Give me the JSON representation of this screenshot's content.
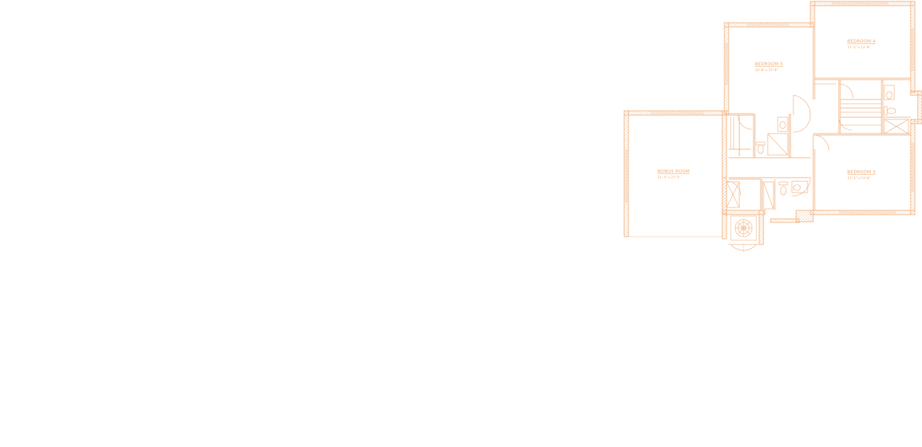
{
  "plan": {
    "line_color": "#f2b78a",
    "hatch_color": "#f6c9a4",
    "background": "#ffffff"
  },
  "rooms": {
    "bedroom5": {
      "name": "BEDROOM 5",
      "dims": "10'-8\" x 15'-6\""
    },
    "bedroom4": {
      "name": "BEDROOM 4",
      "dims": "11'-1\" x 13'-8\""
    },
    "bedroom3": {
      "name": "BEDROOM 3",
      "dims": "11'-1\" x 13'-8\""
    },
    "bonus_room": {
      "name": "BONUS ROOM",
      "dims": "11'-1\" x 27'-5\""
    }
  }
}
